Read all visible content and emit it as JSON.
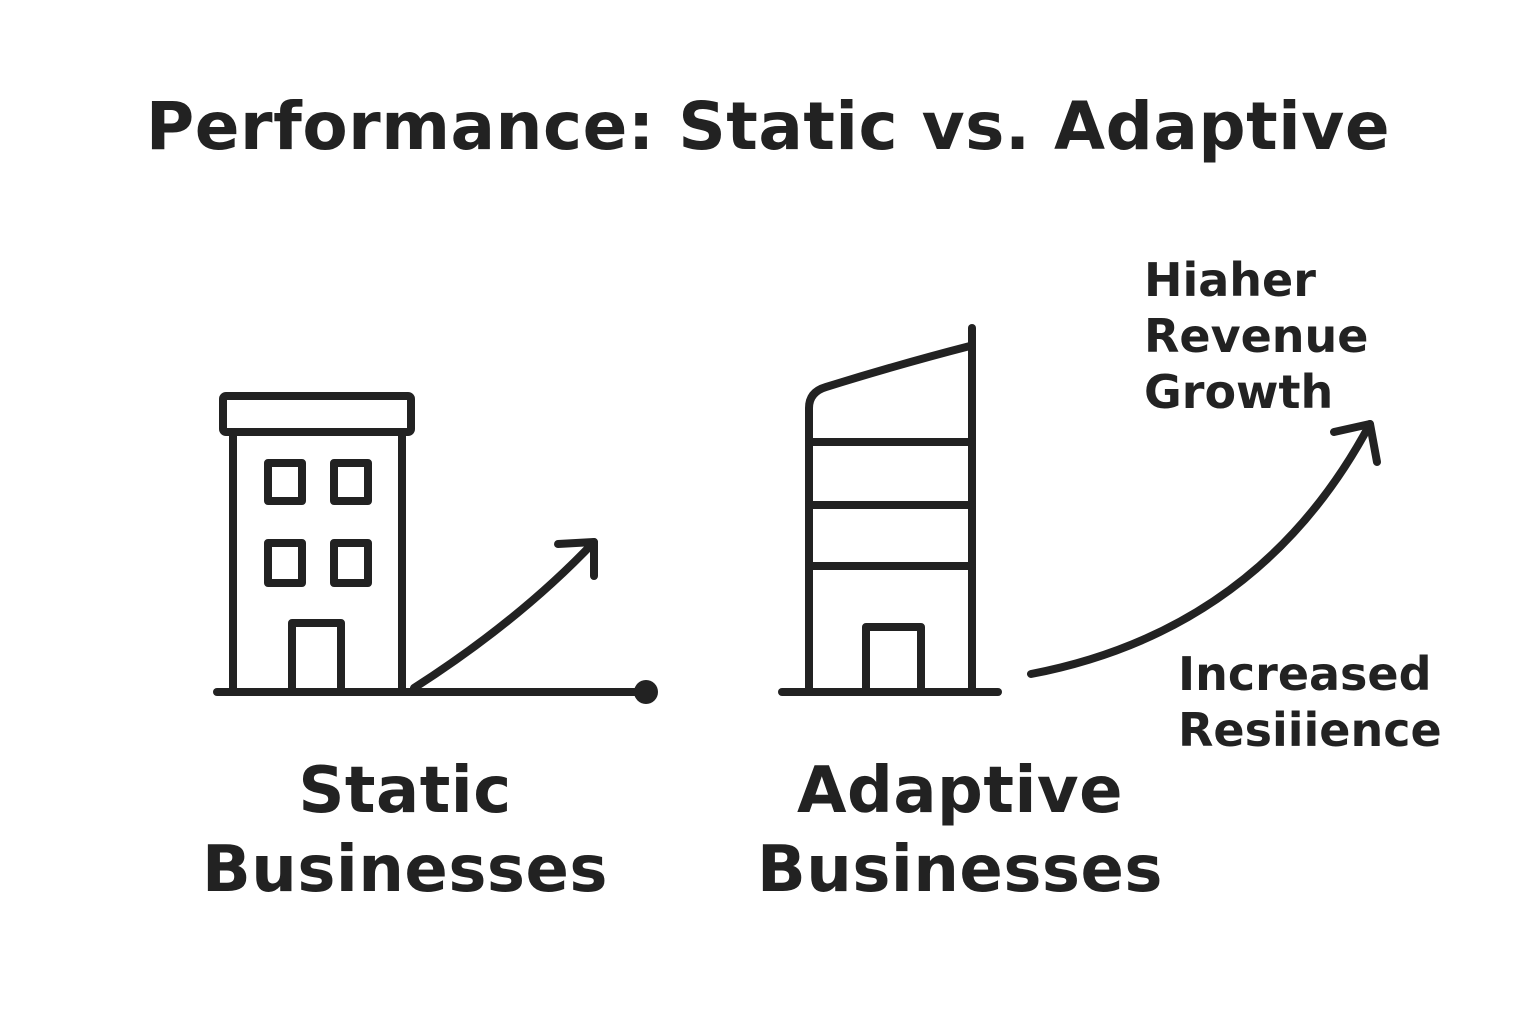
{
  "title": "Performance: Static vs. Adaptive",
  "colors": {
    "stroke": "#222222",
    "background": "#ffffff"
  },
  "static": {
    "icon": "static-building-icon",
    "arrow_icon": "modest-growth-arrow-icon",
    "label_line1": "Static",
    "label_line2": "Businesses"
  },
  "adaptive": {
    "icon": "adaptive-building-icon",
    "arrow_icon": "steep-growth-arrow-icon",
    "label_line1": "Adaptive",
    "label_line2": "Businesses"
  },
  "annotations": {
    "revenue": [
      "Hiaher",
      "Revenue",
      "Growth"
    ],
    "resilience": [
      "Increased",
      "Resiiience"
    ]
  }
}
